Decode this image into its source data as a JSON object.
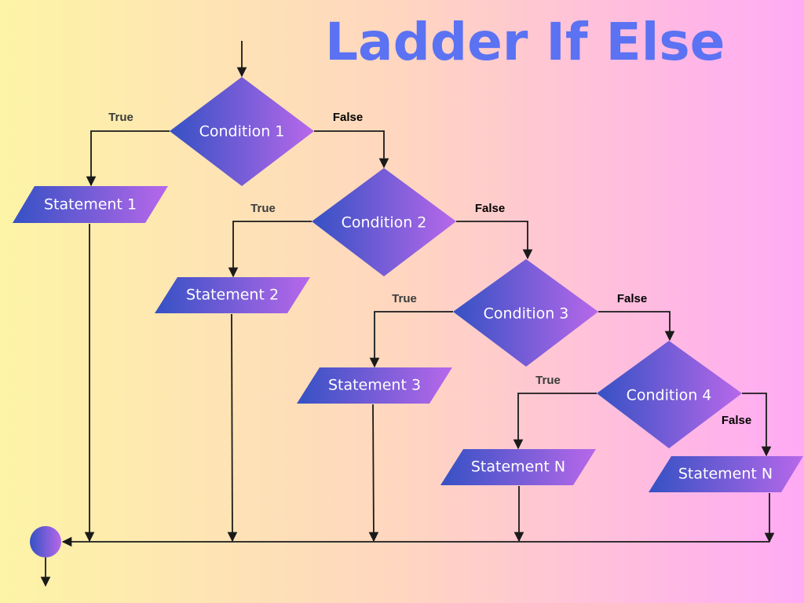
{
  "title": "Ladder If Else",
  "conditions": [
    "Condition 1",
    "Condition 2",
    "Condition 3",
    "Condition 4"
  ],
  "statements": [
    "Statement 1",
    "Statement 2",
    "Statement 3",
    "Statement N",
    "Statement N"
  ],
  "edge_labels": {
    "true": "True",
    "false": "False"
  },
  "colors": {
    "title": "#5b72f2",
    "shape_start": "#3551c4",
    "shape_end": "#b768ea",
    "background_left": "#fdf4a6",
    "background_right": "#ffaaf5"
  }
}
